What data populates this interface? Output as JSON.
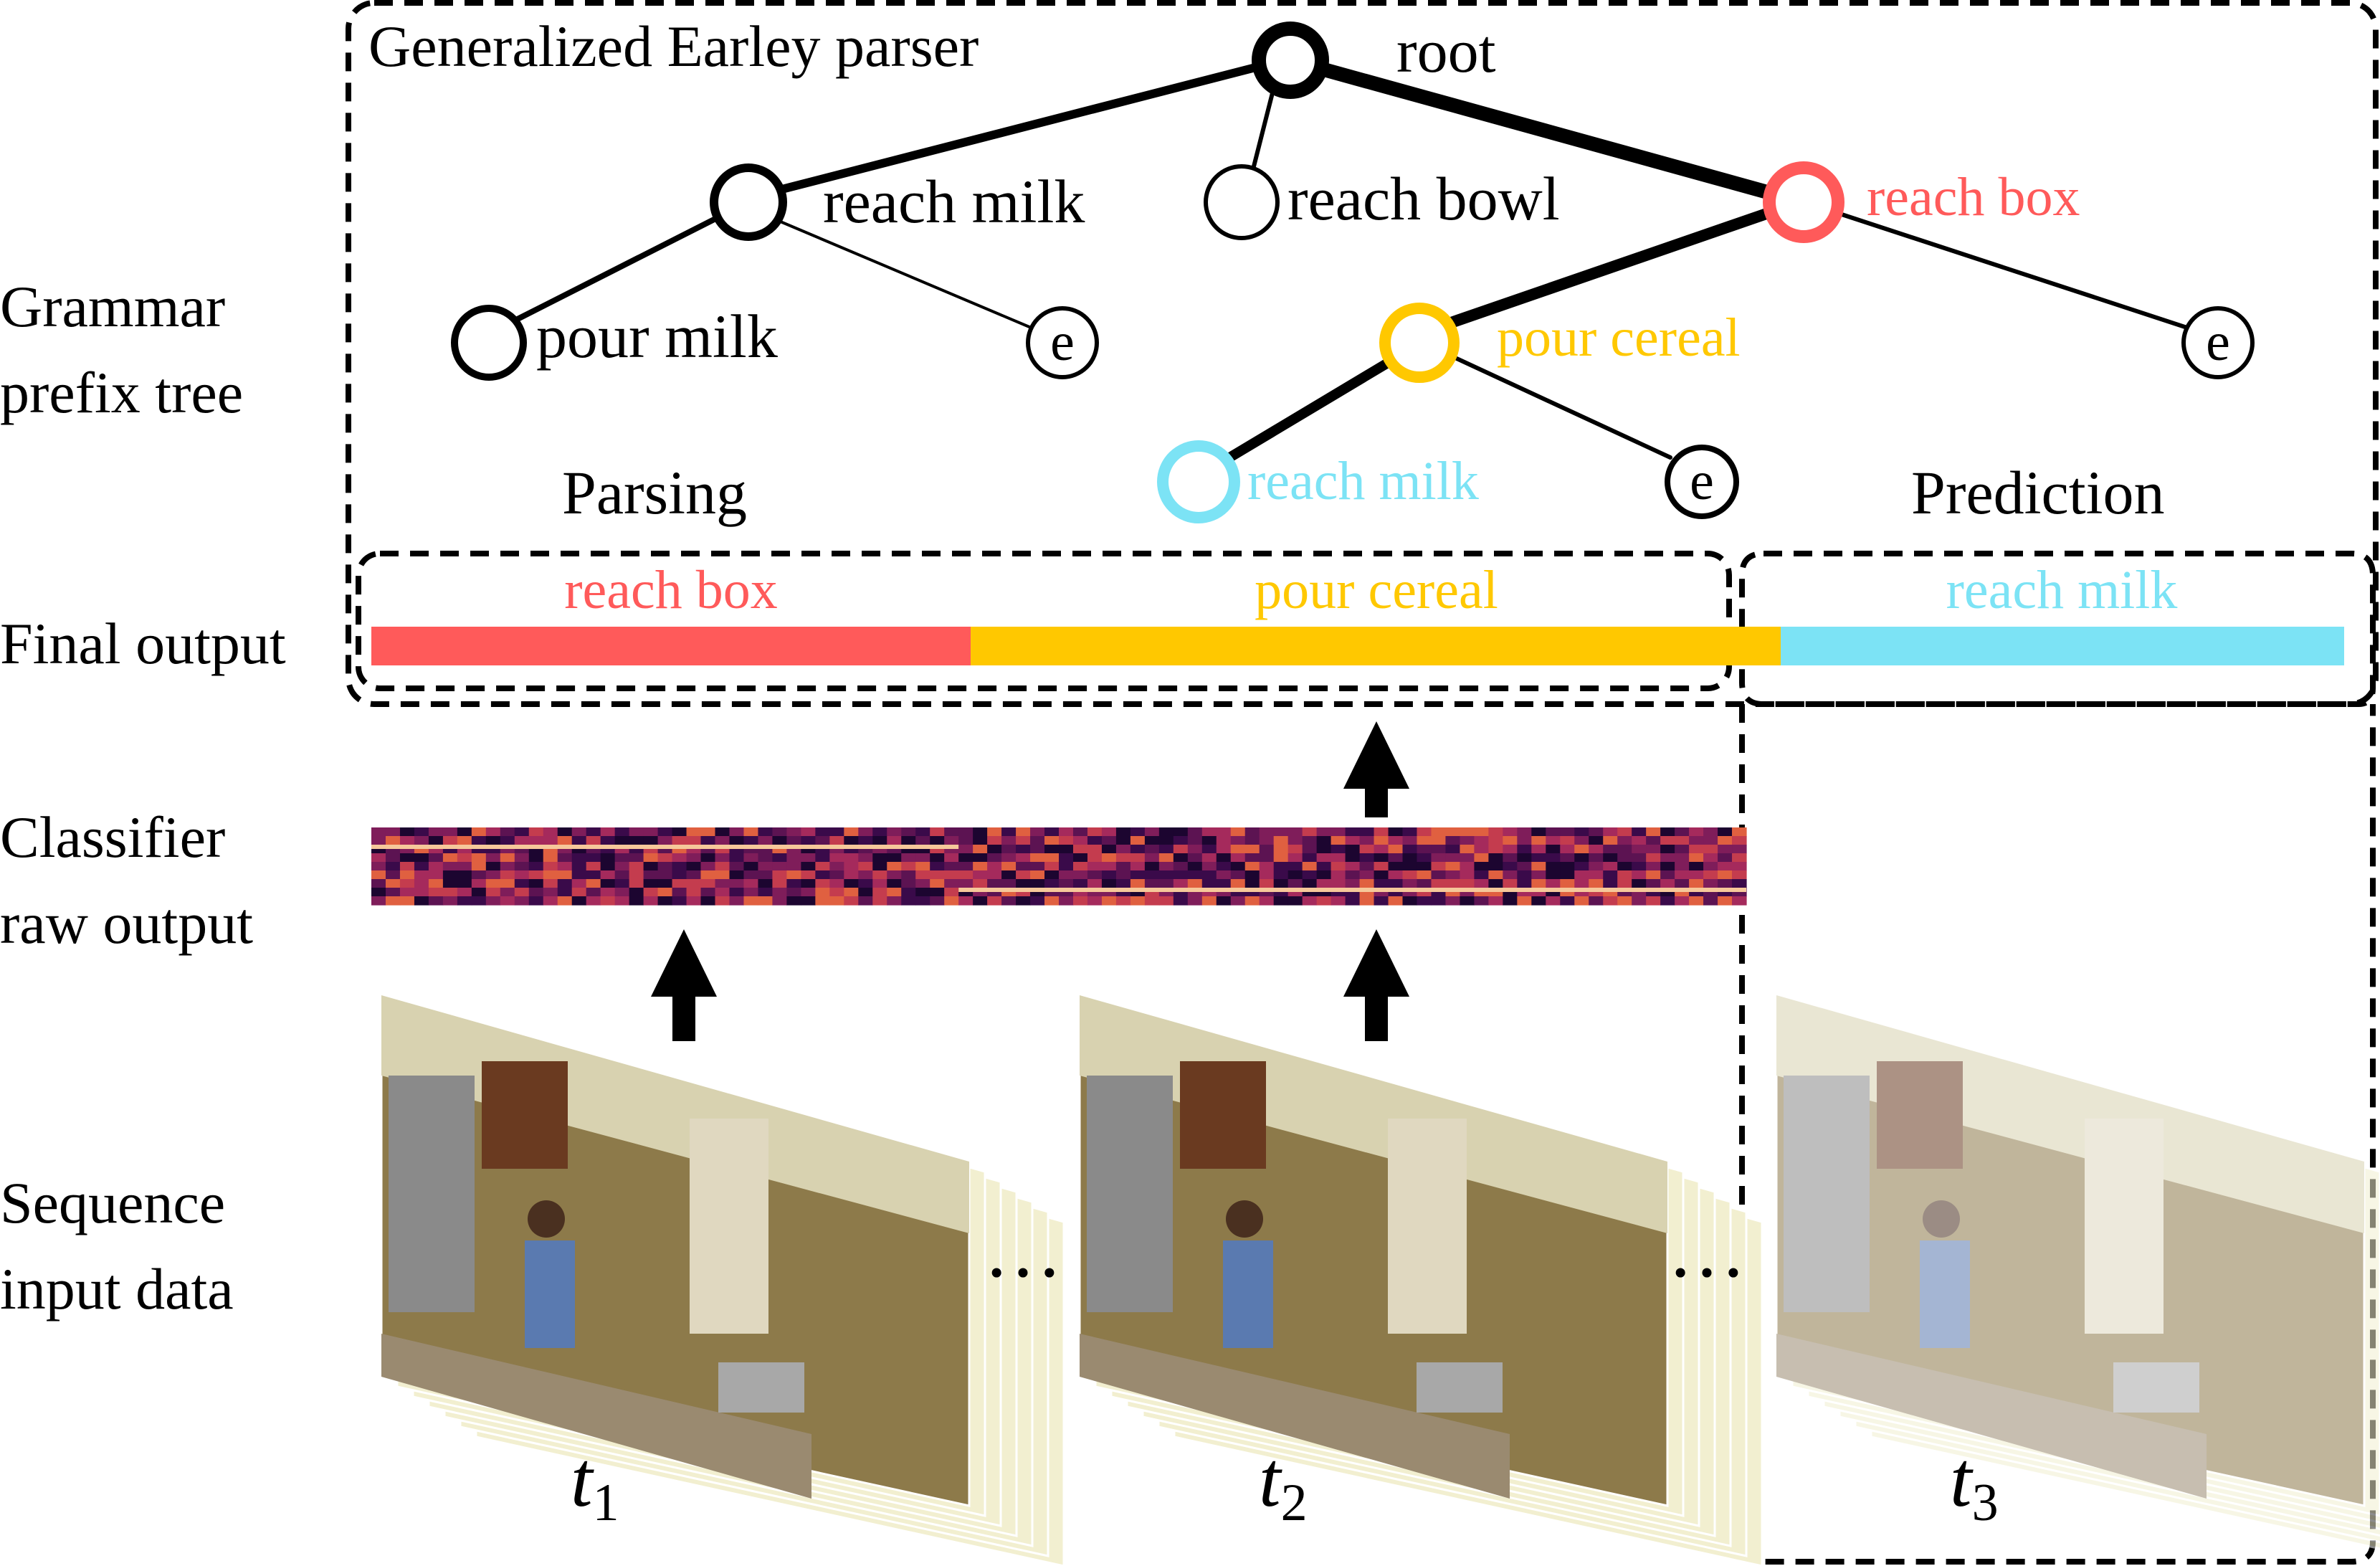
{
  "side_labels": {
    "grammar": [
      "Grammar",
      "prefix tree"
    ],
    "final": [
      "Final output"
    ],
    "classifier": [
      "Classifier",
      "raw output"
    ],
    "sequence": [
      "Sequence",
      "input data"
    ]
  },
  "parser_title": "Generalized Earley parser",
  "tree": {
    "root": "root",
    "reach_milk": "reach milk",
    "reach_bowl": "reach bowl",
    "reach_box": "reach box",
    "pour_milk": "pour milk",
    "pour_cereal": "pour cereal",
    "reach_milk_2": "reach milk",
    "e": "e"
  },
  "section_labels": {
    "parsing": "Parsing",
    "prediction": "Prediction"
  },
  "final_output": {
    "segments": [
      {
        "label": "reach box",
        "color": "#ff5a5a"
      },
      {
        "label": "pour cereal",
        "color": "#ffc800"
      },
      {
        "label": "reach milk",
        "color": "#7ce3f5"
      }
    ]
  },
  "ellipsis": "…",
  "time_labels": {
    "t1": "t",
    "t1_sub": "1",
    "t2": "t",
    "t2_sub": "2",
    "t3": "t",
    "t3_sub": "3"
  },
  "colors": {
    "red": "#ff5a5a",
    "yellow": "#ffc800",
    "cyan": "#7ce3f5",
    "heatmap_dark": "#2a0a3a",
    "heatmap_mid": "#b52a5a",
    "heatmap_light": "#f6c89a"
  }
}
